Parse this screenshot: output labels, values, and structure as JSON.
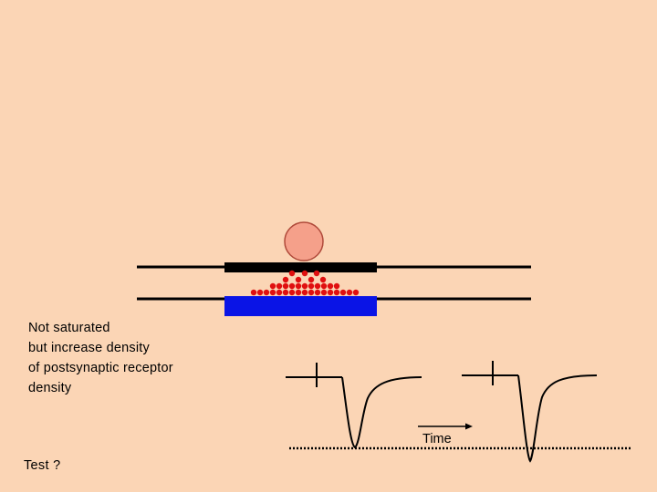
{
  "caption": {
    "lines": [
      "Not saturated",
      "but increase density",
      "of postsynaptic receptor",
      "density"
    ]
  },
  "time_label": "Time",
  "test_label": "Test ?",
  "colors": {
    "background": "#fbd5b5",
    "vesicle_fill": "#f5a08a",
    "vesicle_stroke": "#b04a3a",
    "presynaptic_active_zone": "#000000",
    "postsynaptic_receptors": "#0a14e6",
    "transmitter_dots": "#e01010",
    "traces": "#000000"
  },
  "icons": {
    "vesicle": "vesicle-circle-icon",
    "time_arrow": "arrow-right-icon"
  }
}
